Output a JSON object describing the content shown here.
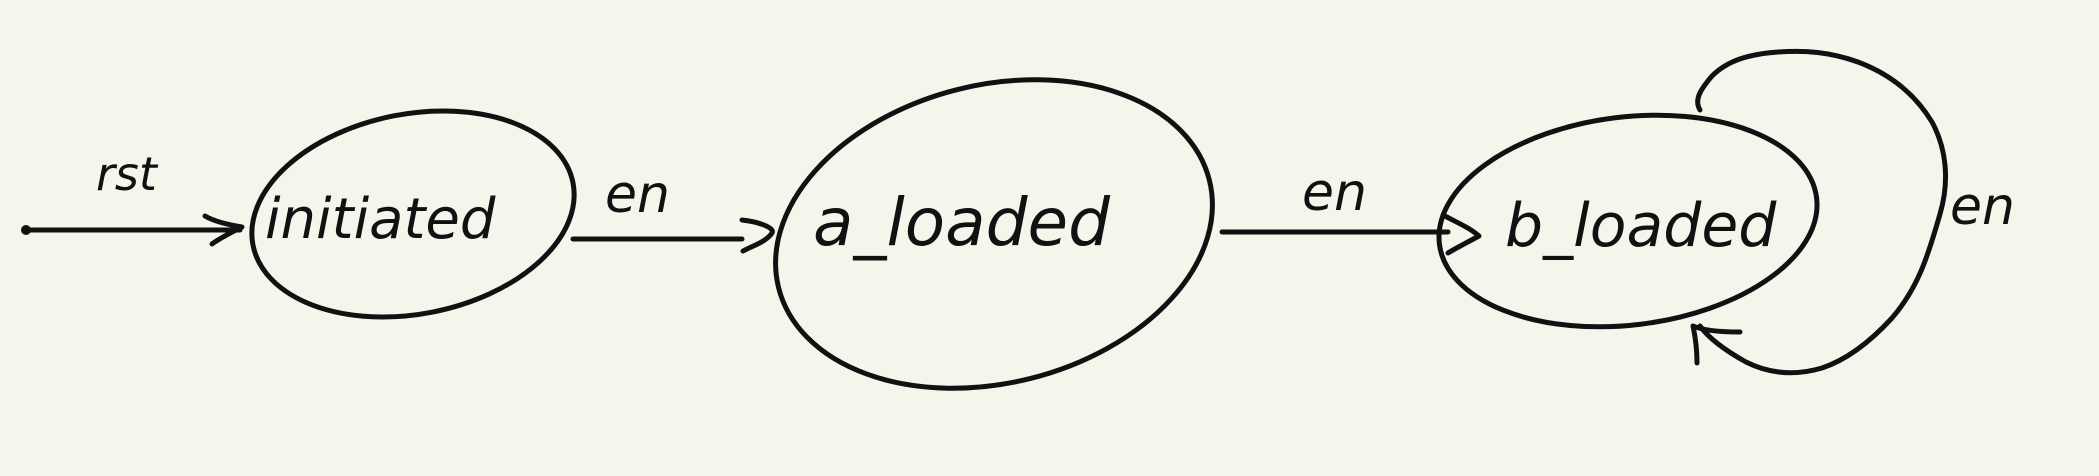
{
  "diagram": {
    "start_label": "rst",
    "states": [
      {
        "id": "initiated",
        "label": "initiated"
      },
      {
        "id": "a_loaded",
        "label": "a_loaded"
      },
      {
        "id": "b_loaded",
        "label": "b_loaded"
      }
    ],
    "transitions": [
      {
        "from": "initiated",
        "to": "a_loaded",
        "label": "en"
      },
      {
        "from": "a_loaded",
        "to": "b_loaded",
        "label": "en"
      },
      {
        "from": "b_loaded",
        "to": "b_loaded",
        "label": "en"
      }
    ]
  },
  "colors": {
    "background": "#f6f5ec",
    "ink": "#111111"
  }
}
